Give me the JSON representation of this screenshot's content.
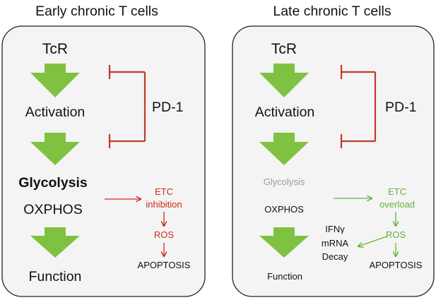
{
  "colors": {
    "panel_fill": "#f4f4f4",
    "panel_stroke": "#222222",
    "arrow_green": "#7fc242",
    "inhibit_red": "#c0392b",
    "early_small_red": "#cc2a1b",
    "late_small_green": "#63b33a",
    "faded_gray": "#9a9a9a",
    "text_black": "#111111"
  },
  "left": {
    "title": "Early chronic T cells",
    "tcr": "TcR",
    "activation": "Activation",
    "pd1": "PD-1",
    "glycolysis": "Glycolysis",
    "oxphos": "OXPHOS",
    "etc_line1": "ETC",
    "etc_line2": "inhibition",
    "ros": "ROS",
    "apoptosis": "APOPTOSIS",
    "function": "Function"
  },
  "right": {
    "title": "Late chronic T cells",
    "tcr": "TcR",
    "activation": "Activation",
    "pd1": "PD-1",
    "glycolysis": "Glycolysis",
    "oxphos": "OXPHOS",
    "etc_line1": "ETC",
    "etc_line2": "overload",
    "ros": "ROS",
    "apoptosis": "APOPTOSIS",
    "function": "Function",
    "ifn": "IFNγ",
    "mrna": "mRNA",
    "decay": "Decay"
  }
}
